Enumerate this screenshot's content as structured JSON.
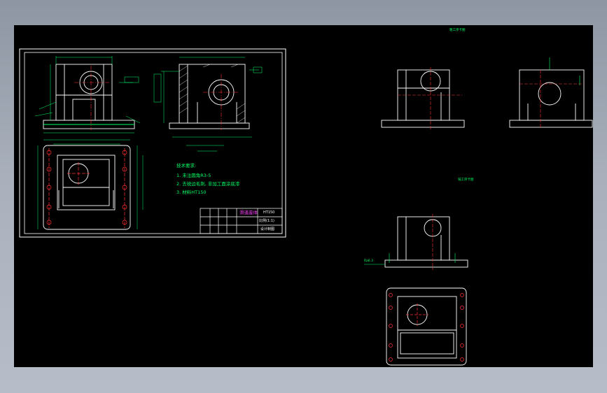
{
  "drawing": {
    "tech_req_title": "技术要求:",
    "tech_req_items": [
      "1. 未注圆角R3-5",
      "2. 去锐边毛刺, 非加工面涂底漆",
      "3. 材料HT150"
    ],
    "title_block": {
      "part_name": "滑道座体",
      "code": "HT150",
      "scale": "比例(1:1)",
      "drawn_by": "设计制图"
    },
    "view_label_1": "粗工序卡图",
    "view_label_2": "铣工序卡图",
    "side_mark": "Ra6.3"
  },
  "colors": {
    "background": "#000000",
    "outline": "#ffffff",
    "dimension": "#00ff66",
    "centerline": "#ff3030",
    "hatch": "#ffffff"
  }
}
